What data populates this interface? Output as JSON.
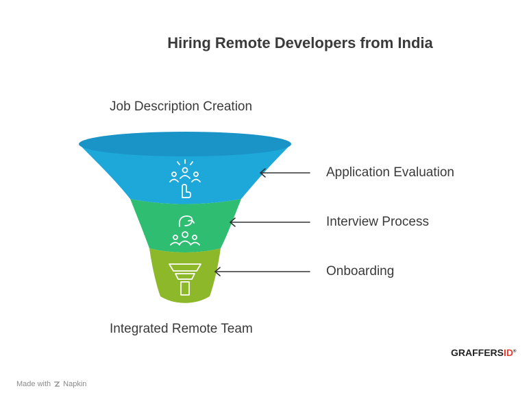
{
  "title": "Hiring Remote Developers from India",
  "top_label": "Job Description Creation",
  "bottom_label": "Integrated Remote Team",
  "stages": [
    {
      "label": "Application Evaluation",
      "color": "#1ea7d9",
      "icon": "people-hand-pointer-icon"
    },
    {
      "label": "Interview Process",
      "color": "#2fbd72",
      "icon": "people-discussion-icon"
    },
    {
      "label": "Onboarding",
      "color": "#8cb82a",
      "icon": "small-funnel-icon"
    }
  ],
  "footer": {
    "made_with": "Made with",
    "app": "Napkin"
  },
  "logo": {
    "text_main": "GRAFFERS",
    "text_accent": "ID",
    "mark": "®"
  }
}
